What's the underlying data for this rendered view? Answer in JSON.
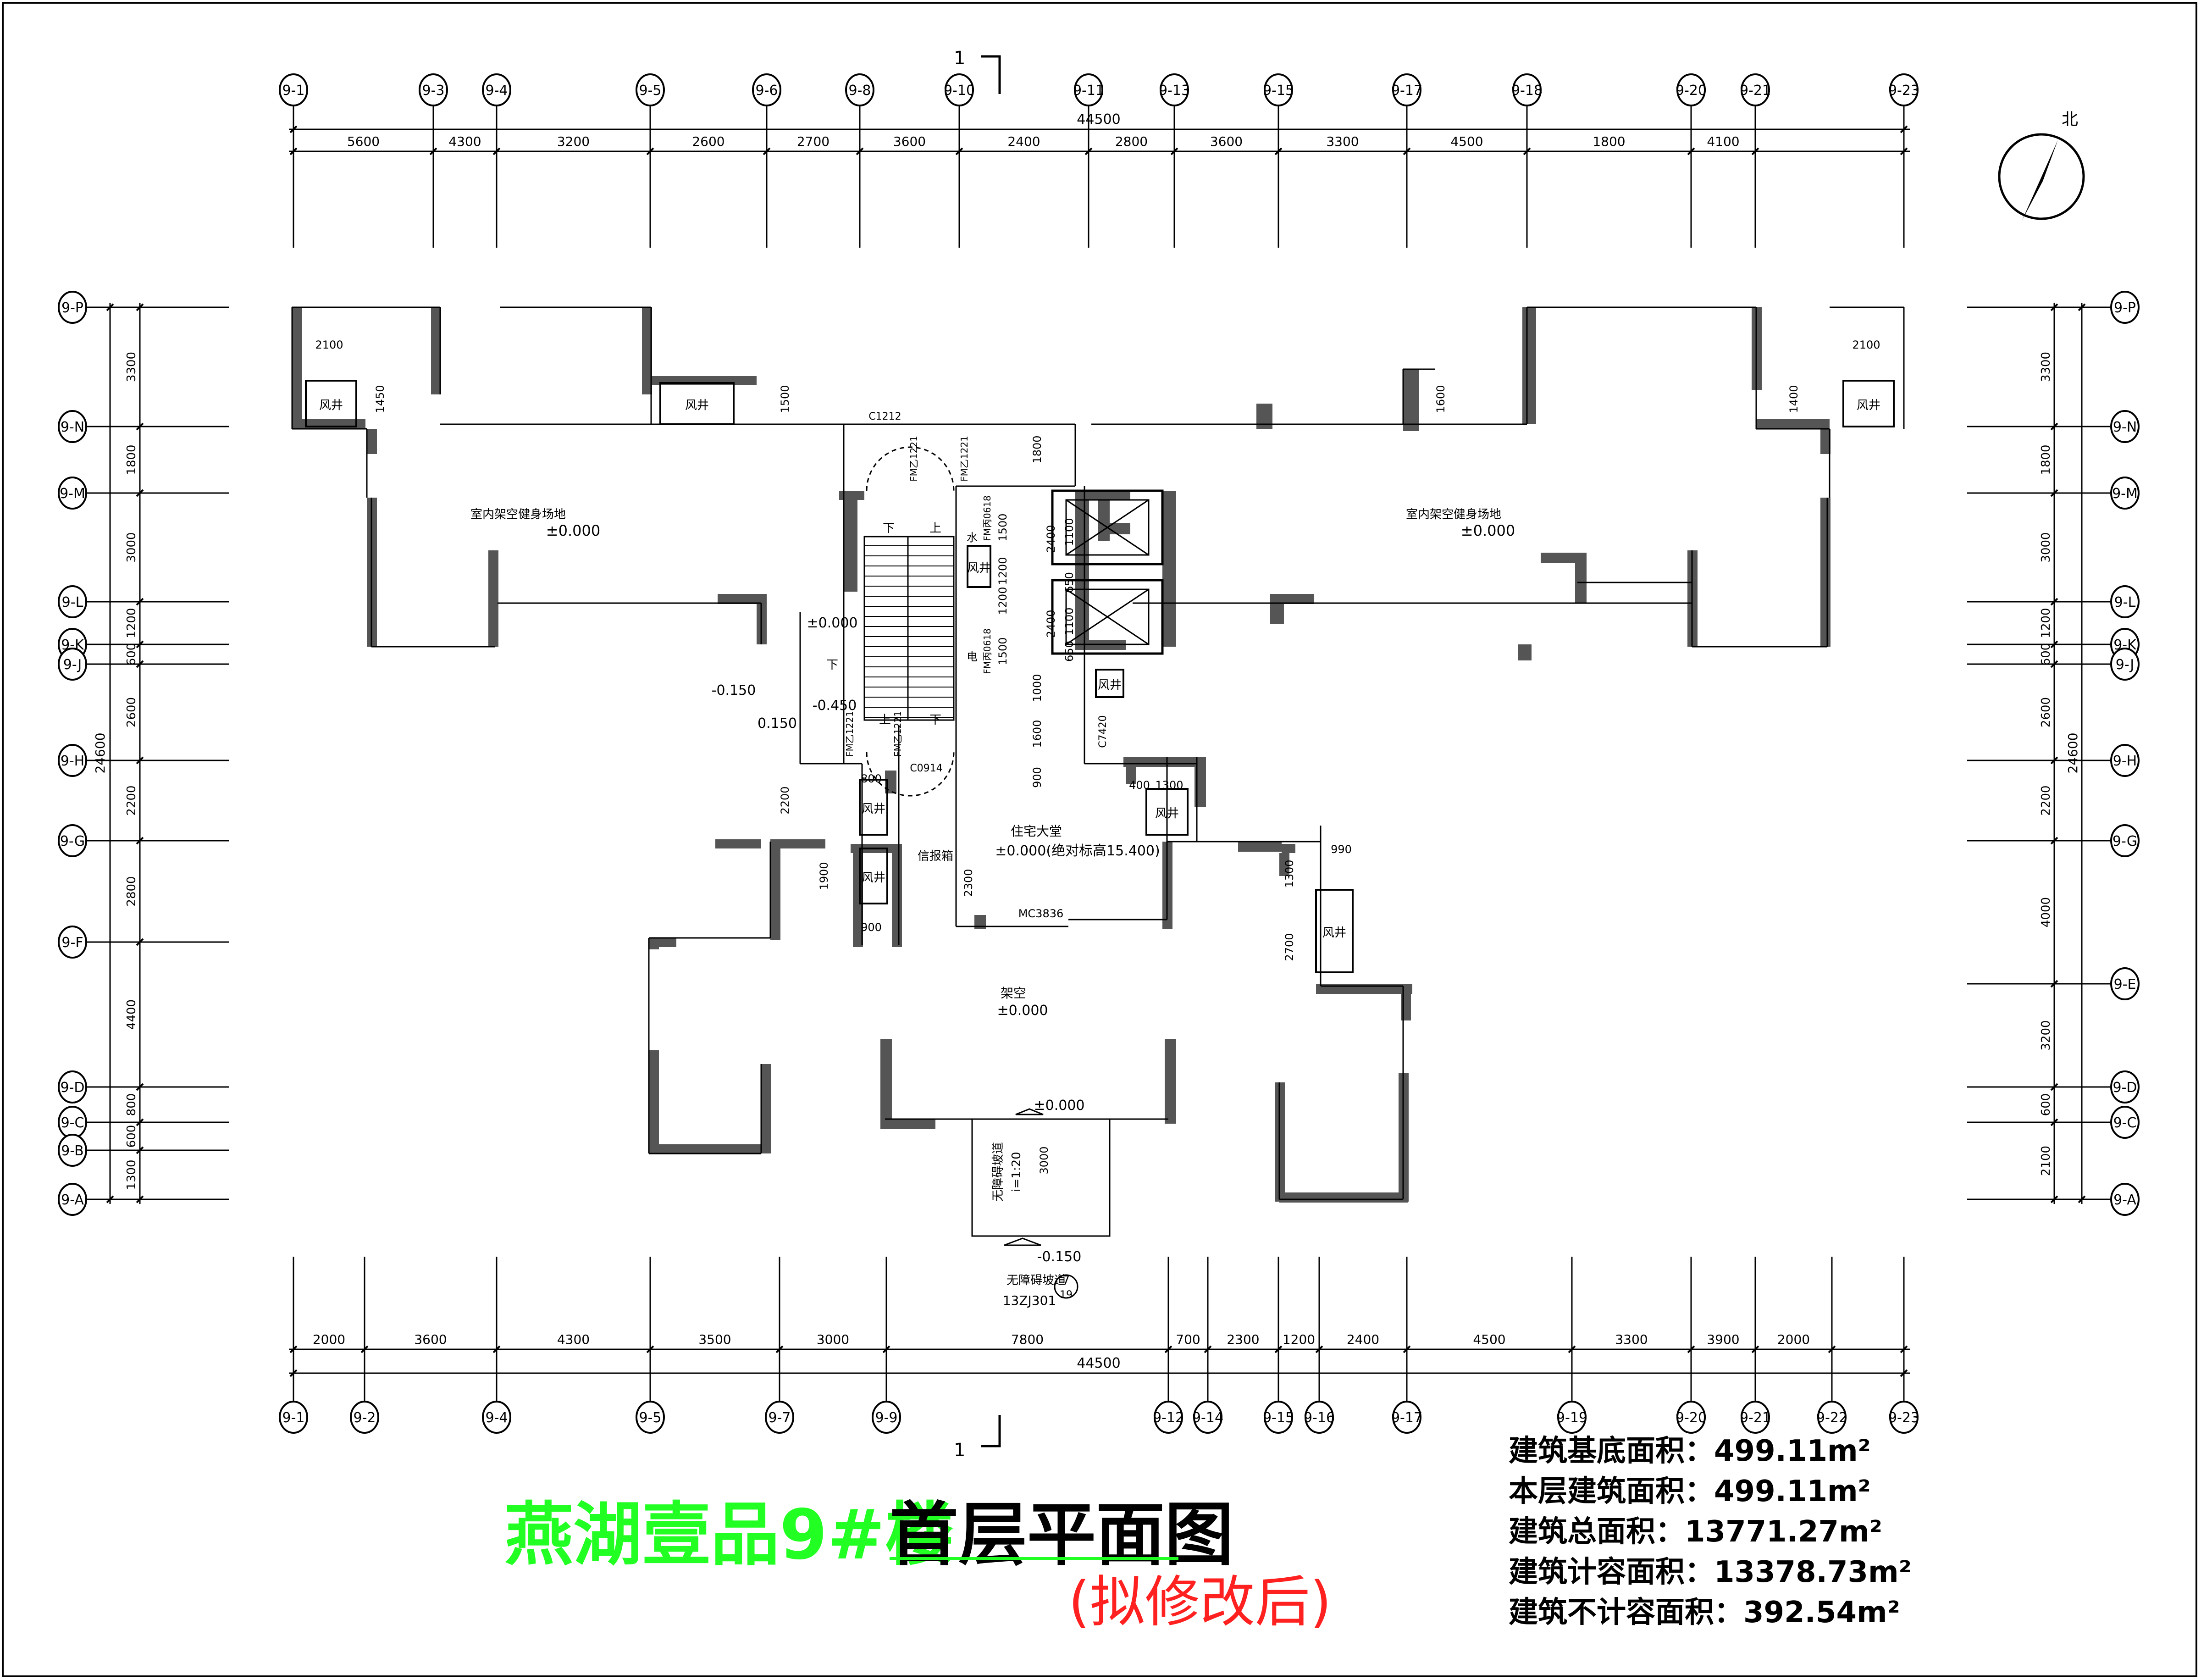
{
  "title": {
    "project": "燕湖壹品9#楼",
    "drawing": "首层平面图",
    "note": "(拟修改后)"
  },
  "stats": [
    {
      "label": "建筑基底面积：",
      "value": "499.11m²"
    },
    {
      "label": "本层建筑面积：",
      "value": "499.11m²"
    },
    {
      "label": "建筑总面积：",
      "value": "13771.27m²"
    },
    {
      "label": "建筑计容面积：",
      "value": "13378.73m²"
    },
    {
      "label": "建筑不计容面积：",
      "value": "392.54m²"
    }
  ],
  "north": "北",
  "section_mark": "1",
  "axes": {
    "top_labels": [
      "9-1",
      "9-3",
      "9-4",
      "9-5",
      "9-6",
      "9-8",
      "9-10",
      "9-11",
      "9-13",
      "9-15",
      "9-17",
      "9-18",
      "9-20",
      "9-21",
      "9-23"
    ],
    "top_total": "44500",
    "top_dims": [
      "5600",
      "4300",
      "3200",
      "2600",
      "2700",
      "3600",
      "2400",
      "2800",
      "3600",
      "3300",
      "4500",
      "1800",
      "4100"
    ],
    "bottom_labels": [
      "9-1",
      "9-2",
      "9-4",
      "9-5",
      "9-7",
      "9-9",
      "9-12",
      "9-14",
      "9-15",
      "9-16",
      "9-17",
      "9-19",
      "9-20",
      "9-21",
      "9-22",
      "9-23"
    ],
    "bottom_total": "44500",
    "bottom_dims": [
      "2000",
      "3600",
      "4300",
      "3500",
      "3000",
      "7800",
      "700",
      "2300",
      "1200",
      "2400",
      "4500",
      "3300",
      "3900",
      "2000"
    ],
    "left_labels": [
      "9-P",
      "9-N",
      "9-M",
      "9-L",
      "9-K",
      "9-J",
      "9-H",
      "9-G",
      "9-F",
      "9-D",
      "9-C",
      "9-B",
      "9-A"
    ],
    "left_total": "24600",
    "left_dims": [
      "3300",
      "1800",
      "3000",
      "1200",
      "600",
      "2600",
      "2200",
      "2800",
      "4400",
      "800",
      "600",
      "1300"
    ],
    "right_labels": [
      "9-P",
      "9-N",
      "9-M",
      "9-L",
      "9-K",
      "9-J",
      "9-H",
      "9-G",
      "9-E",
      "9-D",
      "9-C",
      "9-A"
    ],
    "right_total": "24600",
    "right_dims": [
      "3300",
      "1800",
      "3000",
      "1200",
      "600",
      "2600",
      "2200",
      "4000",
      "3200",
      "600",
      "2100"
    ]
  },
  "rooms": {
    "gym_left": "室内架空健身场地",
    "gym_right": "室内架空健身场地",
    "gym_level": "±0.000",
    "lobby": "住宅大堂",
    "lobby_level": "±0.000(绝对标高15.400)",
    "open": "架空",
    "open_level": "±0.000",
    "shaft": "风井",
    "mailbox": "信报箱",
    "ramp": "无障碍坡道",
    "ramp_slope": "i=1:20",
    "ramp_ref": "无障碍坡道",
    "ramp_code": "13ZJ301",
    "ramp_detail_top": "7",
    "ramp_detail_bottom": "19",
    "entry_level": "±0.000",
    "ramp_bottom_level": "-0.150",
    "level_0000": "±0.000",
    "level_m0150": "-0.150",
    "level_m0450": "-0.450",
    "level_0150": "0.150",
    "down": "下",
    "up": "上",
    "water": "水",
    "elec": "电"
  },
  "tags": {
    "c1212": "C1212",
    "c0914": "C0914",
    "c7420": "C7420",
    "mc3836": "MC3836",
    "fm1": "FM乙1221",
    "fm2": "FM乙1221",
    "fm3": "FM乙1221",
    "fm4": "FM乙1221",
    "fmb1": "FM丙0618",
    "fmb2": "FM丙0618"
  },
  "dims_inner": [
    "2100",
    "1450",
    "1500",
    "1600",
    "1400",
    "2100",
    "1800",
    "2400",
    "1100",
    "650",
    "2400",
    "1100",
    "650",
    "1500",
    "1200",
    "1200",
    "1500",
    "1000",
    "1600",
    "900",
    "800",
    "2200",
    "400",
    "1300",
    "990",
    "1900",
    "900",
    "2300",
    "1300",
    "2700",
    "3000"
  ]
}
